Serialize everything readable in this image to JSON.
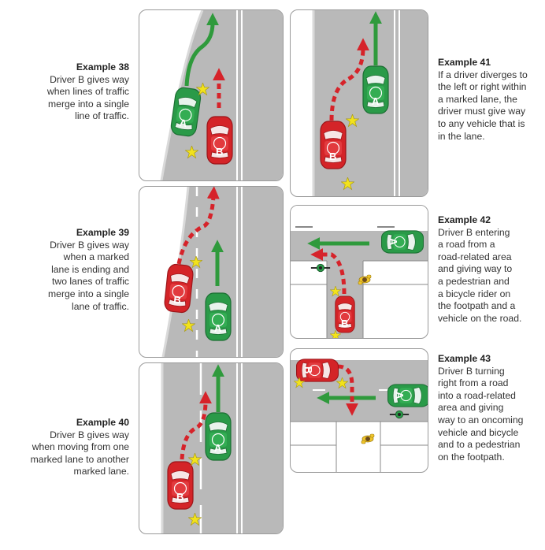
{
  "colors": {
    "road": "#b9b9b9",
    "road_edge": "#cfcfcf",
    "grass": "#ffffff",
    "lane_marking": "#ffffff",
    "car_a": "#2a9a48",
    "car_b": "#d42428",
    "arrow_green": "#2f9a3c",
    "arrow_red": "#d6232a",
    "crash_star": "#f2e21c",
    "panel_border": "#9a9a9a"
  },
  "vehicles": {
    "a_label": "A",
    "b_label": "B"
  },
  "examples": [
    {
      "id": "38",
      "title": "Example 38",
      "lines": [
        "Driver B gives way",
        "when lines of traffic",
        "merge into a single",
        "line of traffic."
      ]
    },
    {
      "id": "39",
      "title": "Example 39",
      "lines": [
        "Driver B gives way",
        "when a marked",
        "lane is ending and",
        "two lanes of traffic",
        "merge into a single",
        "lane of traffic."
      ]
    },
    {
      "id": "40",
      "title": "Example 40",
      "lines": [
        "Driver B gives way",
        "when moving from one",
        "marked lane to another",
        "marked lane."
      ]
    },
    {
      "id": "41",
      "title": "Example 41",
      "lines": [
        "If a driver diverges to",
        "the left or right within",
        "a marked lane, the",
        "driver must give way",
        "to any vehicle that is",
        "in the lane."
      ]
    },
    {
      "id": "42",
      "title": "Example 42",
      "lines": [
        "Driver B entering",
        "a road from a",
        "road-related area",
        "and giving way to",
        "a pedestrian and",
        "a bicycle rider on",
        "the footpath and a",
        "vehicle on the road."
      ]
    },
    {
      "id": "43",
      "title": "Example 43",
      "lines": [
        "Driver B turning",
        "right from a road",
        "into a road-related",
        "area and giving",
        "way to an oncoming",
        "vehicle and bicycle",
        "and to a pedestrian",
        "on the footpath."
      ]
    }
  ]
}
